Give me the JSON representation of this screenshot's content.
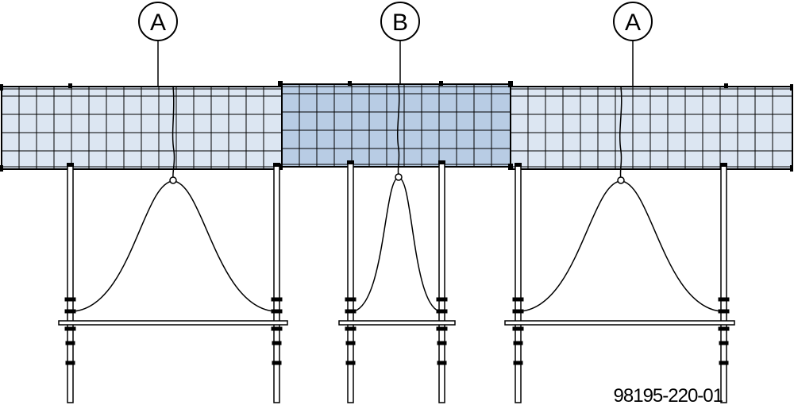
{
  "figure_id": "98195-220-01",
  "callouts": [
    "A",
    "B",
    "A"
  ],
  "colors": {
    "panel_a_fill": "#dce6f2",
    "panel_b_fill": "#b8cce4",
    "line": "#000000",
    "background": "#ffffff"
  }
}
